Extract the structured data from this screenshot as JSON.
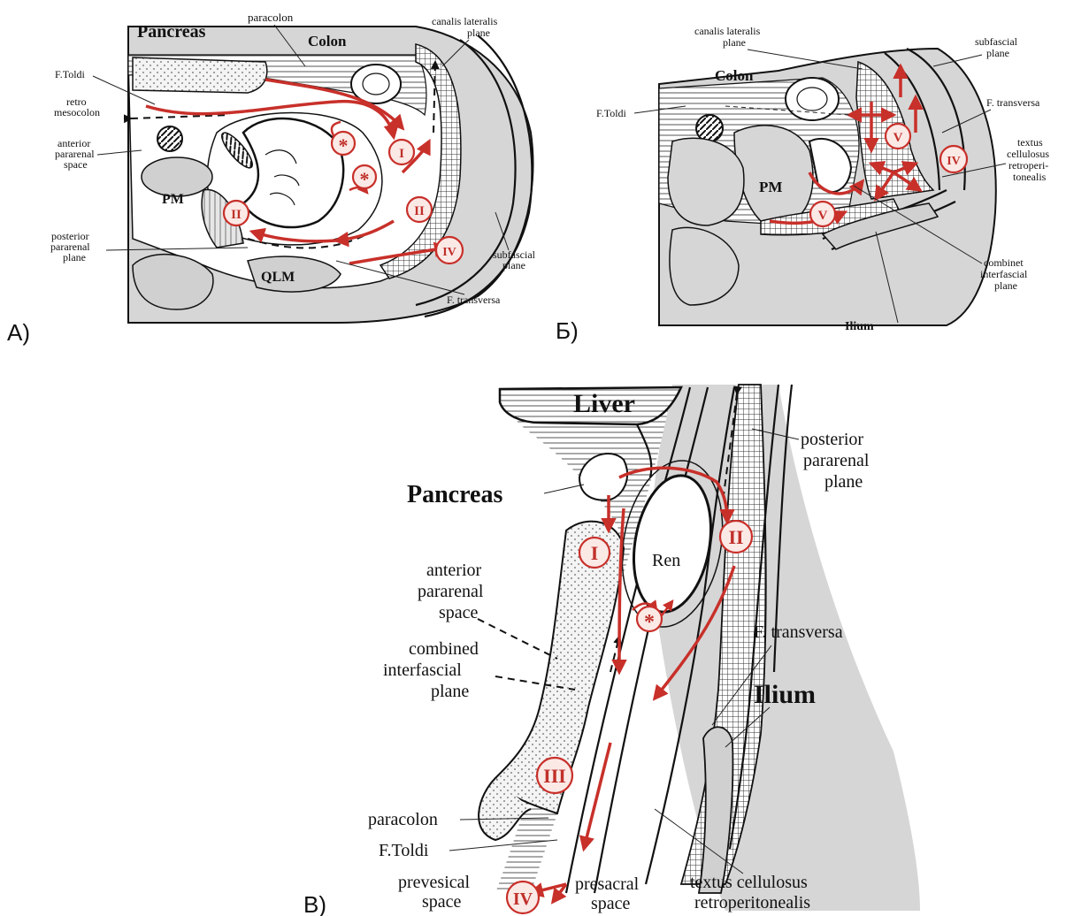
{
  "panels": {
    "a": {
      "letter": "А)",
      "labels": {
        "pancreas": "Pancreas",
        "paracolon": "paracolon",
        "colon": "Colon",
        "canalis_1": "canalis lateralis",
        "canalis_2": "plane",
        "f_toldi": "F.Toldi",
        "retro_1": "retro",
        "retro_2": "mesocolon",
        "anterior_1": "anterior",
        "anterior_2": "pararenal",
        "anterior_3": "space",
        "pm": "PM",
        "posterior_1": "posterior",
        "posterior_2": "pararenal",
        "posterior_3": "plane",
        "qlm": "QLM",
        "subfascial_1": "subfascial",
        "subfascial_2": "plane",
        "f_transversa": "F. transversa"
      },
      "markers": [
        "I",
        "II",
        "II",
        "IV",
        "*",
        "*"
      ]
    },
    "b": {
      "letter": "Б)",
      "labels": {
        "canalis_1": "canalis lateralis",
        "canalis_2": "plane",
        "subfascial_1": "subfascial",
        "subfascial_2": "plane",
        "colon": "Colon",
        "f_toldi": "F.Toldi",
        "f_transversa": "F. transversa",
        "textus_1": "textus",
        "textus_2": "cellulosus",
        "textus_3": "retroperi-",
        "textus_4": "tonealis",
        "pm": "PM",
        "combinet_1": "combinet",
        "combinet_2": "interfascial",
        "combinet_3": "plane",
        "ilium": "Ilium"
      },
      "markers": [
        "V",
        "V",
        "IV"
      ]
    },
    "c": {
      "letter": "В)",
      "labels": {
        "liver": "Liver",
        "posterior_1": "posterior",
        "posterior_2": "pararenal",
        "posterior_3": "plane",
        "pancreas": "Pancreas",
        "ren": "Ren",
        "anterior_1": "anterior",
        "anterior_2": "pararenal",
        "anterior_3": "space",
        "f_transversa": "F. transversa",
        "combined_1": "combined",
        "combined_2": "interfascial",
        "combined_3": "plane",
        "ilium": "Ilium",
        "paracolon": "paracolon",
        "f_toldi": "F.Toldi",
        "prevesical_1": "prevesical",
        "prevesical_2": "space",
        "presacral_1": "presacral",
        "presacral_2": "space",
        "textus_1": "textus cellulosus",
        "textus_2": "retroperitonealis"
      },
      "markers": [
        "I",
        "II",
        "III",
        "IV",
        "*"
      ]
    }
  },
  "colors": {
    "arrow_red": "#c8302a",
    "tissue_gray": "#cfcfcf",
    "line_black": "#111111"
  }
}
